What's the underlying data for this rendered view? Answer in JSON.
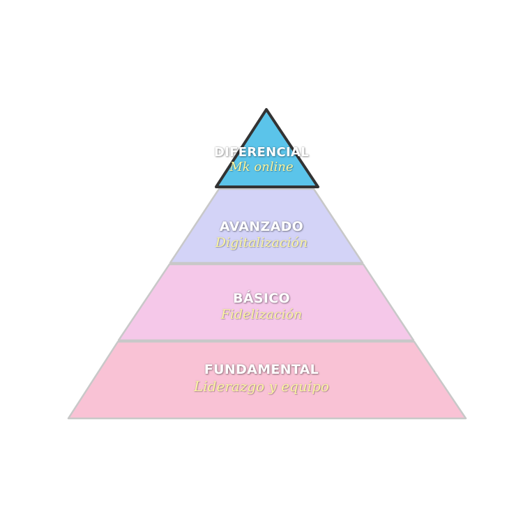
{
  "colors": {
    "apex_fill": "#5bc4ea",
    "apex_stroke": "#333333",
    "level2_fill": "#d3d3f7",
    "level3_fill": "#f5c8e9",
    "level4_fill": "#f9c2d5",
    "band_stroke": "#c8c8c8",
    "subtitle_text": "#fbf5a0"
  },
  "pyramid": {
    "levels": [
      {
        "title": "DIFERENCIAL",
        "subtitle": "Mk online"
      },
      {
        "title": "AVANZADO",
        "subtitle": "Digitalización"
      },
      {
        "title": "BÁSICO",
        "subtitle": "Fidelización"
      },
      {
        "title": "FUNDAMENTAL",
        "subtitle": "Liderazgo y equipo"
      }
    ]
  }
}
